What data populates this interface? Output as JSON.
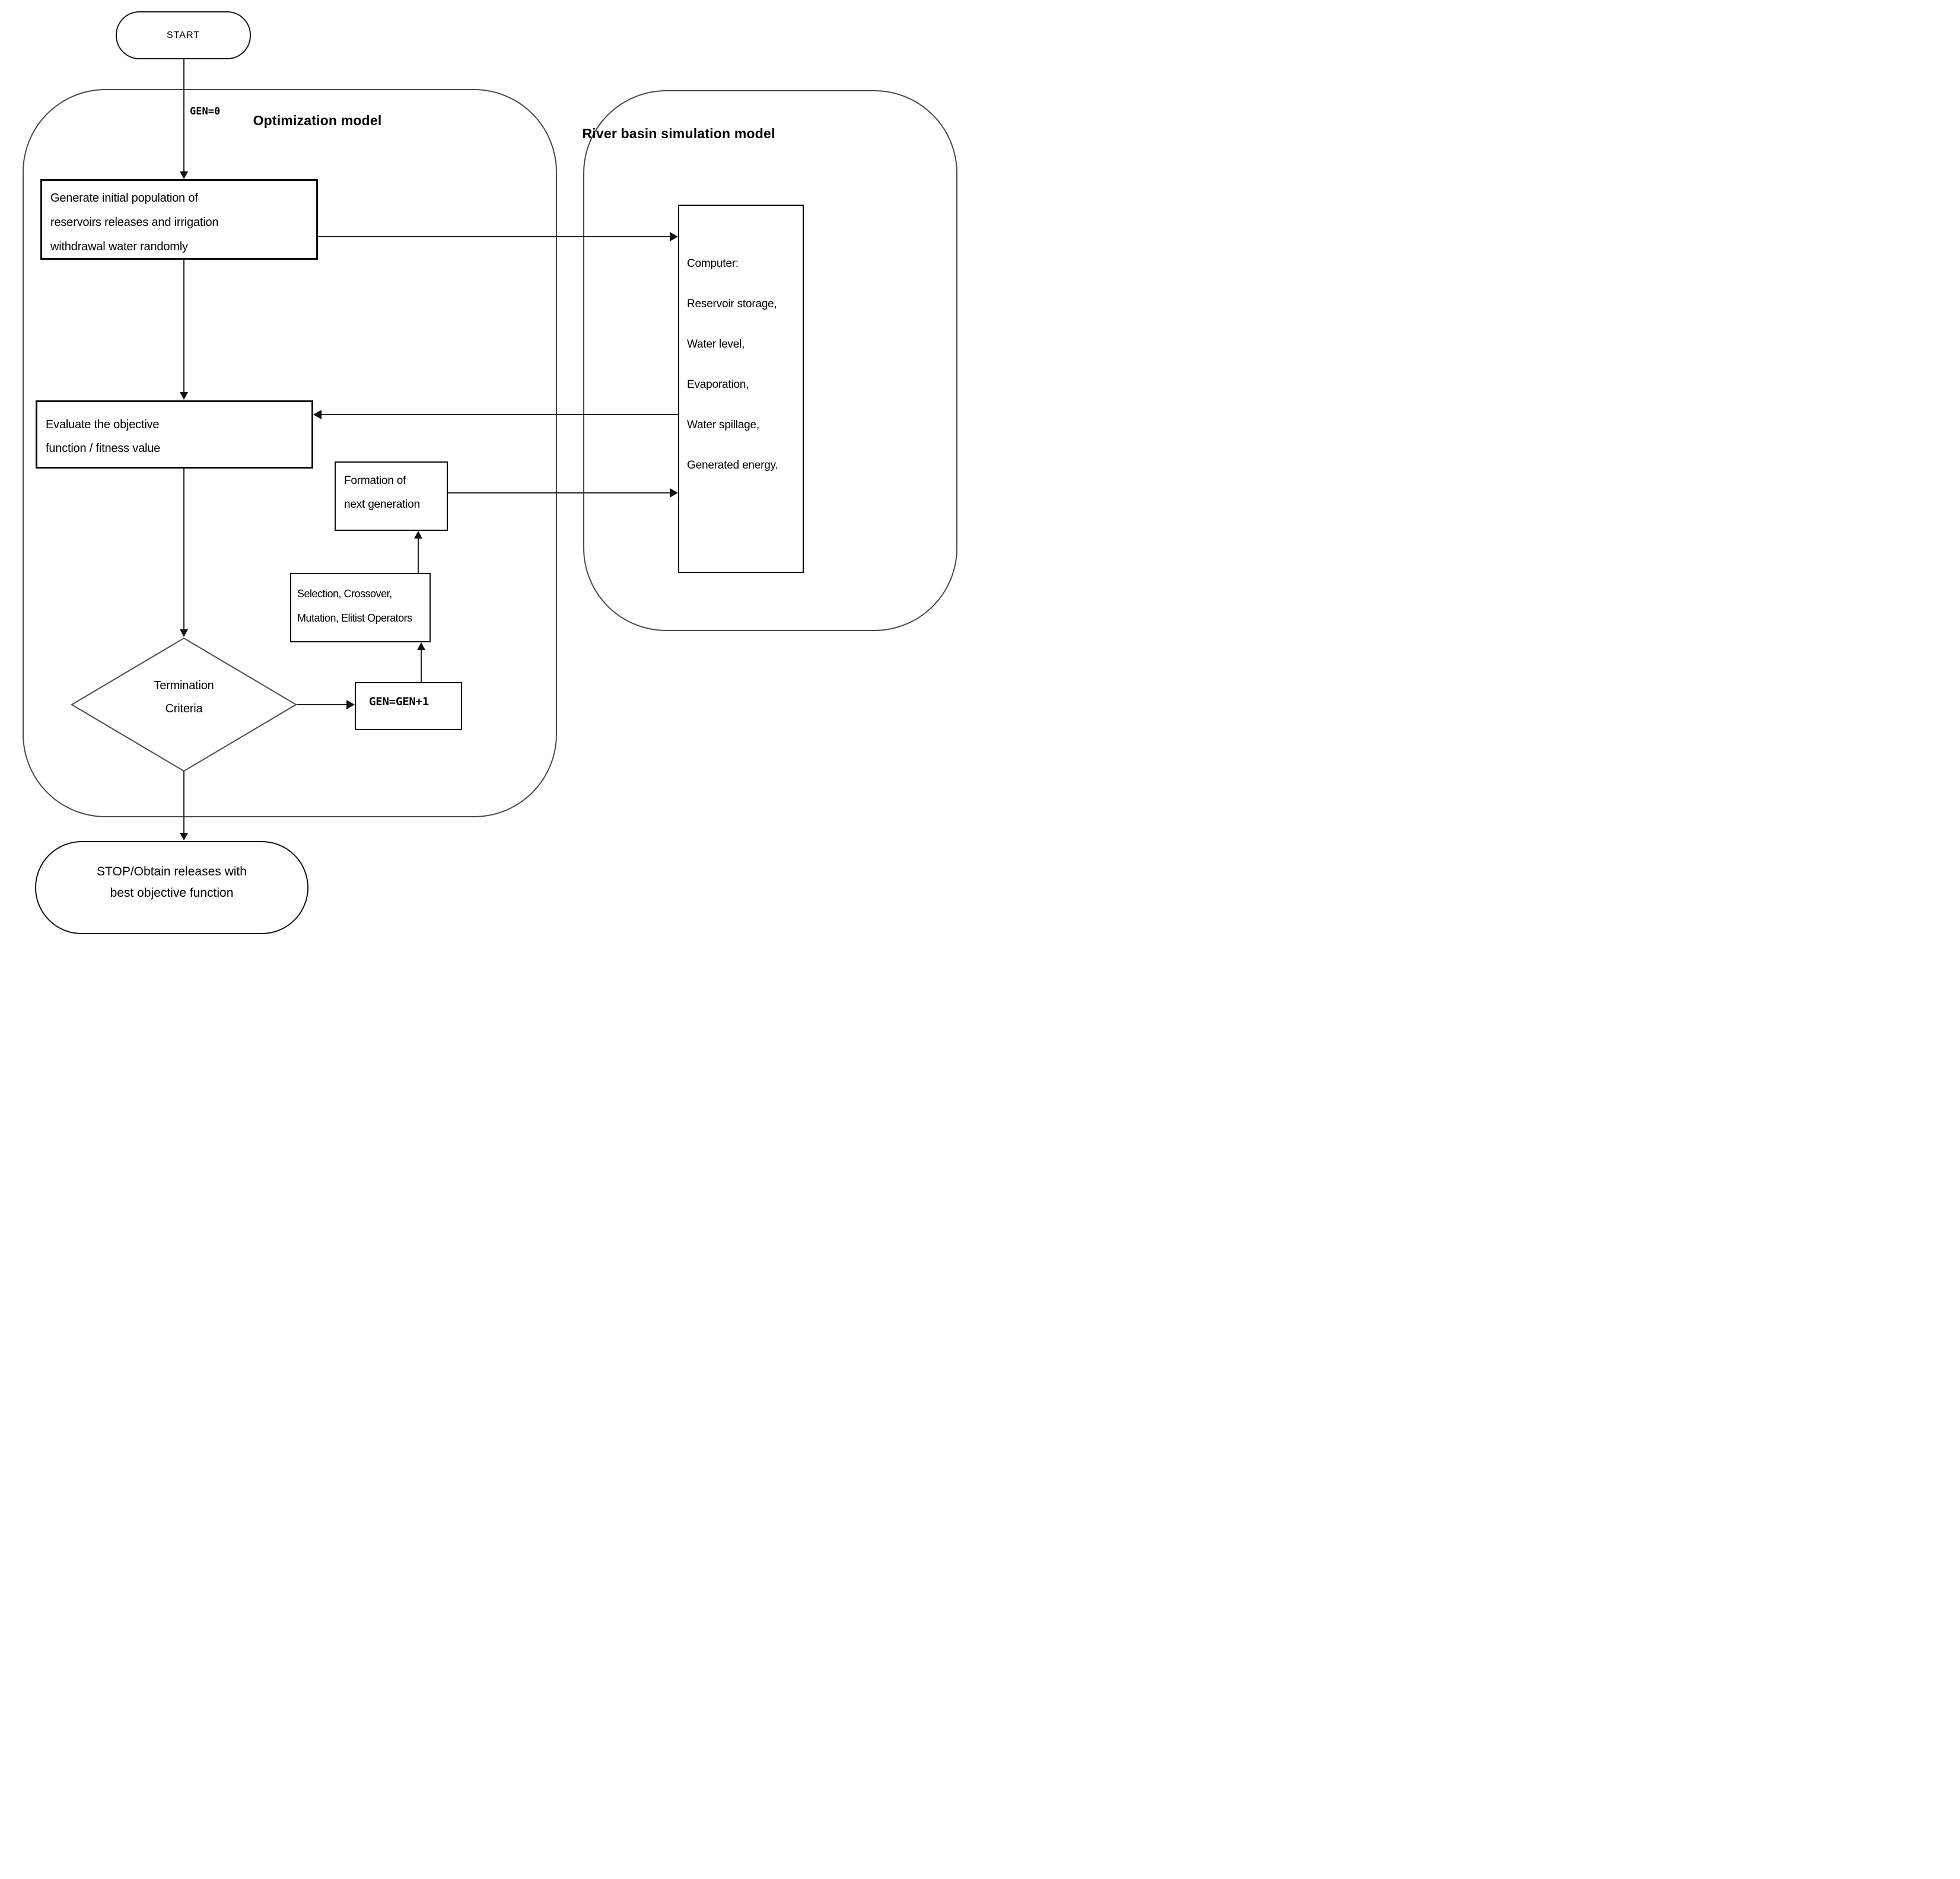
{
  "figure": {
    "containers": {
      "optimization": {
        "title": "Optimization model"
      },
      "simulation": {
        "title": "River basin simulation model"
      }
    },
    "labels": {
      "gen_init": "GEN=0"
    },
    "nodes": {
      "start": {
        "label": "START"
      },
      "generate": {
        "lines": [
          "Generate initial population of",
          "reservoirs releases and irrigation",
          "withdrawal water randomly"
        ]
      },
      "evaluate": {
        "lines": [
          "Evaluate the objective",
          "function / fitness value"
        ]
      },
      "computer": {
        "lines": [
          "Computer:",
          "Reservoir storage,",
          "Water level,",
          "Evaporation,",
          "Water spillage,",
          "Generated energy."
        ]
      },
      "formation": {
        "lines": [
          "Formation of",
          "next generation"
        ]
      },
      "selection": {
        "lines": [
          "Selection, Crossover,",
          "Mutation, Elitist Operators"
        ]
      },
      "termination": {
        "lines": [
          "Termination",
          "Criteria"
        ]
      },
      "gen_increment": {
        "label": "GEN=GEN+1"
      },
      "stop": {
        "lines": [
          "STOP/Obtain releases with",
          "best objective function"
        ]
      }
    },
    "colors": {
      "background": "#ffffff",
      "text": "#000000",
      "box_border": "#0d0d0d",
      "container_border": "#4a4a4a",
      "connector": "#262626"
    }
  }
}
